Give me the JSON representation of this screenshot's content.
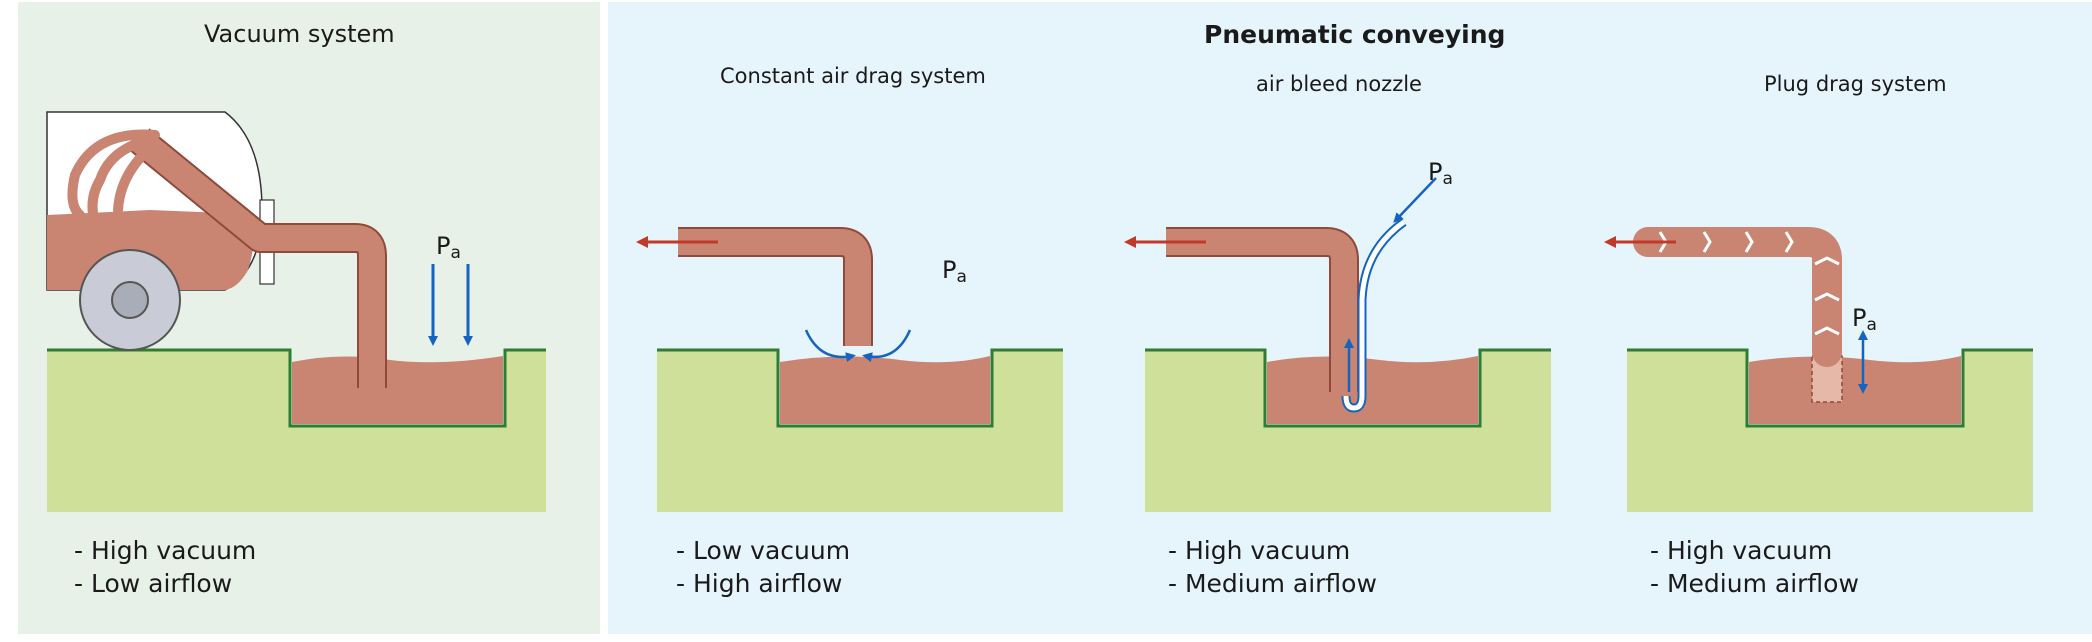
{
  "panels": {
    "vacuum": {
      "title": "Vacuum system",
      "bullets": [
        "- High vacuum",
        "- Low airflow"
      ],
      "pa_main": "P",
      "pa_sub": "a"
    },
    "pneumatic": {
      "title": "Pneumatic conveying"
    },
    "constant": {
      "title": "Constant air drag system",
      "bullets": [
        "- Low vacuum",
        "- High airflow"
      ],
      "pa_main": "P",
      "pa_sub": "a"
    },
    "bleed": {
      "title": "air bleed nozzle",
      "bullets": [
        "- High vacuum",
        "- Medium airflow"
      ],
      "pa_main": "P",
      "pa_sub": "a"
    },
    "plug": {
      "title": "Plug drag system",
      "bullets": [
        "- High vacuum",
        "- Medium airflow"
      ],
      "pa_main": "P",
      "pa_sub": "a"
    }
  },
  "colors": {
    "ground": "#cfe09a",
    "ground_edge": "#2e7d32",
    "slurry": "#c98472",
    "pipe_edge": "#8e4a3a",
    "arrow": "#1565c0",
    "wheel": "#c9ccd6"
  }
}
